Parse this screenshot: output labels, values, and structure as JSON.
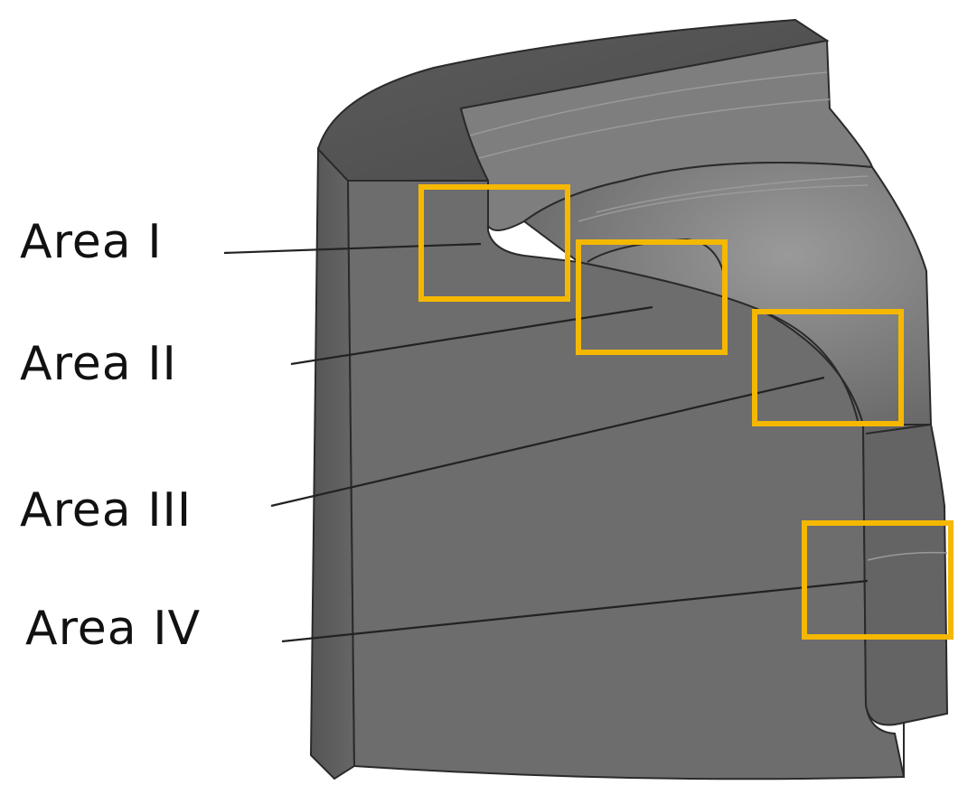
{
  "colors": {
    "highlight": "#F5B800",
    "part_face": "#6b6b6b",
    "part_top": "#5a5a5a",
    "part_shadow": "#3a3a3a",
    "part_light": "#8a8a8a"
  },
  "areas": [
    {
      "label": "Area I"
    },
    {
      "label": "Area II"
    },
    {
      "label": "Area III"
    },
    {
      "label": "Area IV"
    }
  ]
}
